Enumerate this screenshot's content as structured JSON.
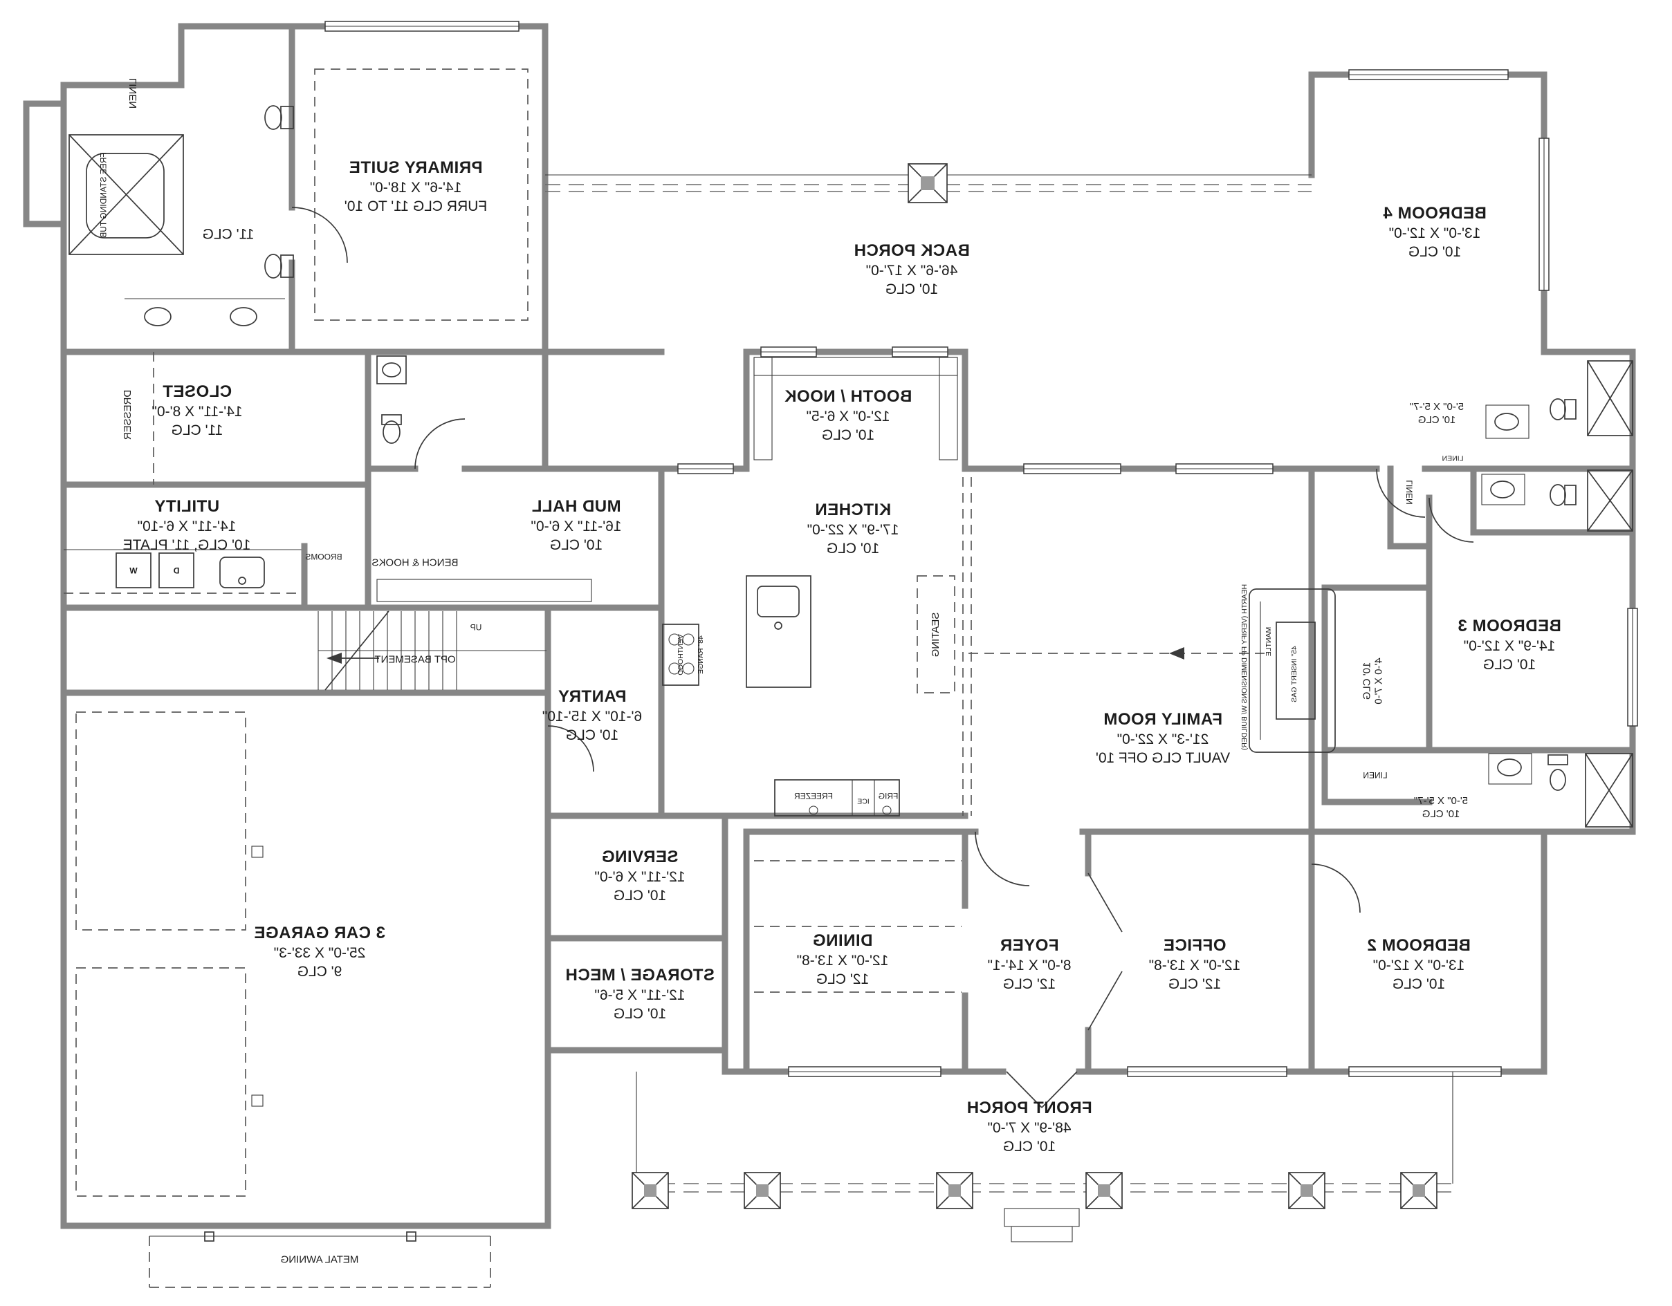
{
  "drawing": {
    "type": "floor-plan",
    "orientation": "mirrored",
    "line_color": "#3a3a3a",
    "wall_color": "#868686",
    "background": "#ffffff"
  },
  "rooms": {
    "primary_suite": {
      "name": "PRIMARY SUITE",
      "dims": "14'-6\" X 18'-0\"",
      "ceiling": "FURR CLG 11' TO 10'"
    },
    "primary_bath": {
      "ceiling": "11' CLG"
    },
    "closet": {
      "name": "CLOSET",
      "dims": "14'-11\" X 8'-0\"",
      "ceiling": "11' CLG"
    },
    "utility": {
      "name": "UTILITY",
      "dims": "14'-11\" X 6'-10\"",
      "ceiling": "10' CLG, 11' PLATE"
    },
    "mud_hall": {
      "name": "MUD HALL",
      "dims": "16'-11\" X 6'-0\"",
      "ceiling": "10' CLG"
    },
    "back_porch": {
      "name": "BACK PORCH",
      "dims": "46'-6\" X 17'-0\"",
      "ceiling": "10' CLG"
    },
    "booth_nook": {
      "name": "BOOTH / NOOK",
      "dims": "12'-0\" X 6'-5\"",
      "ceiling": "10' CLG"
    },
    "kitchen": {
      "name": "KITCHEN",
      "dims": "17'-9\" X 22'-0\"",
      "ceiling": "10' CLG"
    },
    "pantry": {
      "name": "PANTRY",
      "dims": "6'-10\" X 15'-10\"",
      "ceiling": "10' CLG"
    },
    "family_room": {
      "name": "FAMILY ROOM",
      "dims": "21'-3\" X 22'-0\"",
      "ceiling": "VAULT CLG OFF 10'"
    },
    "bedroom4": {
      "name": "BEDROOM 4",
      "dims": "13'-0\" X 12'-0\"",
      "ceiling": "10' CLG"
    },
    "bedroom3": {
      "name": "BEDROOM 3",
      "dims": "14'-9\" X 12'-0\"",
      "ceiling": "10' CLG"
    },
    "bedroom2": {
      "name": "BEDROOM 2",
      "dims": "13'-0\" X 12'-0\"",
      "ceiling": "10' CLG"
    },
    "serving": {
      "name": "SERVING",
      "dims": "12'-11\" X 6'-0\"",
      "ceiling": "10' CLG"
    },
    "storage_mech": {
      "name": "STORAGE / MECH",
      "dims": "12'-11\" X 5'-6\"",
      "ceiling": "10' CLG"
    },
    "dining": {
      "name": "DINING",
      "dims": "12'-0\" X 13'-8\"",
      "ceiling": "12' CLG"
    },
    "foyer": {
      "name": "FOYER",
      "dims": "8'-0\" X 14'-1\"",
      "ceiling": "12' CLG"
    },
    "office": {
      "name": "OFFICE",
      "dims": "12'-0\" X 13'-8\"",
      "ceiling": "12' CLG"
    },
    "front_porch": {
      "name": "FRONT PORCH",
      "dims": "48'-9\" X 7'-0\"",
      "ceiling": "10' CLG"
    },
    "garage": {
      "name": "3 CAR GARAGE",
      "dims": "25'-0\" X 33'-3\"",
      "ceiling": "9' CLG"
    },
    "bath4": {
      "dims": "5'-0\" X 5'-7\"",
      "ceiling": "10' CLG"
    },
    "bath23": {
      "dims": "5'-0\" X 5'-7\"",
      "ceiling": "10' CLG"
    },
    "closet3": {
      "ceiling": "10' CLG",
      "dims": "4'-0 X 7'-0"
    }
  },
  "annotations": {
    "linen": "LINEN",
    "dresser": "DRESSER",
    "brooms": "BROOMS",
    "bench_hooks": "BENCH & HOOKS",
    "free_standing_tub": "FREE STANDING TUB",
    "seating": "SEATING",
    "freezer": "FREEZER",
    "frig": "FRIG",
    "ice": "ICE",
    "venthood": "VENTHOOD",
    "range": "48\" RANGE",
    "mantle": "MANTLE",
    "insert": "45\" INSERT GAS",
    "hearth_note": "HEARTH (VERIFY FP DIMENSIONS W/ BUILDER)",
    "opt_basement": "OPT BASEMENT",
    "up": "UP",
    "metal_awning": "METAL AWNING",
    "washer": "W",
    "dryer": "D",
    "clg11": "11' CLG"
  }
}
